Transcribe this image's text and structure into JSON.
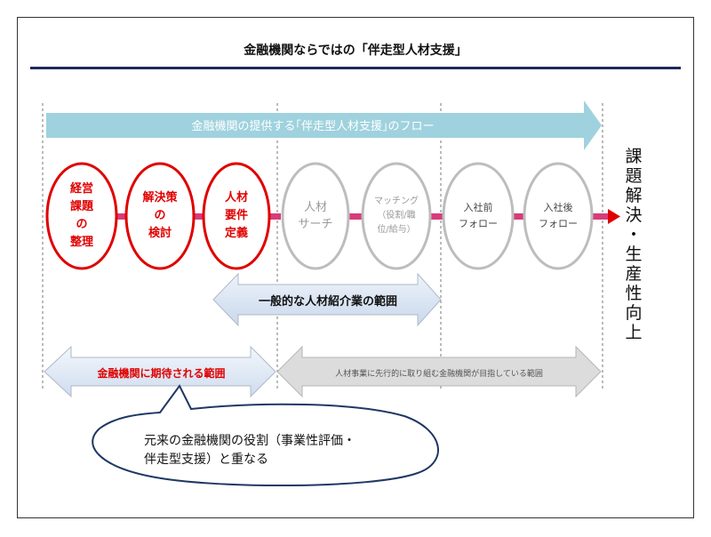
{
  "title": "金融機関ならではの「伴走型人材支援」",
  "flow_label": "金融機関の提供する｢伴走型人材支援｣のフロー",
  "result_label": "課\n題\n解\n決\n・\n生\n産\n性\n向\n上",
  "stages": [
    {
      "label": "経営\n課題\nの\n整理",
      "state": "highlighted"
    },
    {
      "label": "解決策\nの\n検討",
      "state": "highlighted"
    },
    {
      "label": "人材\n要件\n定義",
      "state": "highlighted"
    },
    {
      "label": "人材\nサーチ",
      "state": "muted"
    },
    {
      "label": "マッチング\n（役割/職\n位/給与）",
      "state": "muted"
    },
    {
      "label": "入社前\nフォロー",
      "state": "dark"
    },
    {
      "label": "入社後\nフォロー",
      "state": "dark"
    }
  ],
  "general_scope": "一般的な人材紹介業の範囲",
  "expected_scope": "金融機関に期待される範囲",
  "advanced_scope": "人材事業に先行的に取り組む金融機関が目指している範囲",
  "callout": "元来の金融機関の役割（事業性評価・\n伴走型支援）と重なる",
  "colors": {
    "navy_rule": "#1f2a5a",
    "flow_arrow": "#9fd2de",
    "highlight_red": "#e00000",
    "muted_grey": "#bdbdbd",
    "connector_pink": "#d63d7a",
    "scope_arrow_fill": "#dde7f3"
  }
}
